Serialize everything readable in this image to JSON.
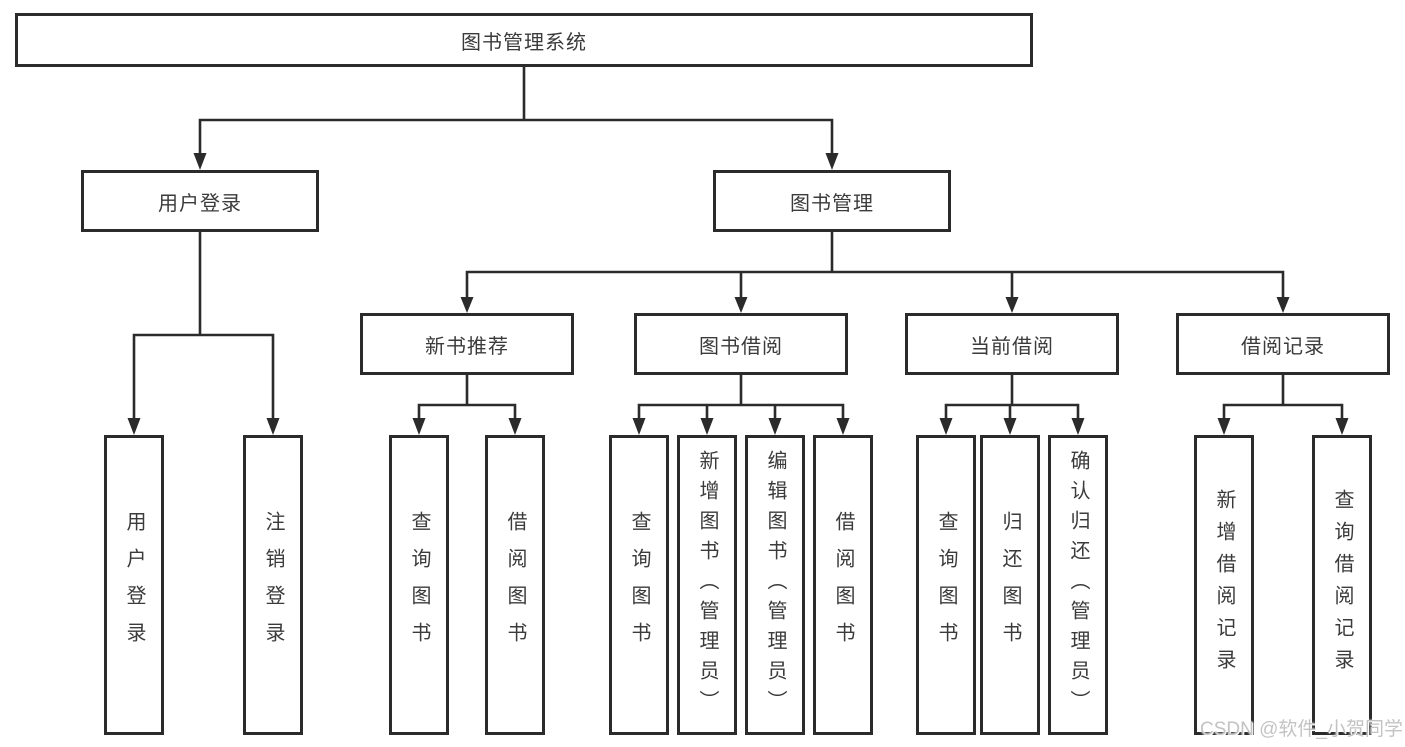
{
  "diagram": {
    "type": "function-structure-tree",
    "watermark": "CSDN @软件_小贺同学",
    "colors": {
      "line": "#2b2b2b",
      "box_border": "#2b2b2b",
      "text": "#3b3b3b",
      "watermark": "#c3c3c3",
      "background": "#ffffff"
    },
    "nodes": {
      "root": {
        "label": "图书管理系统"
      },
      "user_login": {
        "label": "用户登录"
      },
      "book_management": {
        "label": "图书管理"
      },
      "new_book_recommend": {
        "label": "新书推荐"
      },
      "book_borrowing": {
        "label": "图书借阅"
      },
      "current_borrowing": {
        "label": "当前借阅"
      },
      "borrowing_records": {
        "label": "借阅记录"
      },
      "leaf_user_login": {
        "label": "用户登录"
      },
      "leaf_logout": {
        "label": "注销登录"
      },
      "leaf_nb_query": {
        "label": "查询图书"
      },
      "leaf_nb_borrow": {
        "label": "借阅图书"
      },
      "leaf_bb_query": {
        "label": "查询图书"
      },
      "leaf_bb_add": {
        "label": "新增图书（管理员）"
      },
      "leaf_bb_edit": {
        "label": "编辑图书（管理员）"
      },
      "leaf_bb_borrow": {
        "label": "借阅图书"
      },
      "leaf_cb_query": {
        "label": "查询图书"
      },
      "leaf_cb_return": {
        "label": "归还图书"
      },
      "leaf_cb_confirm": {
        "label": "确认归还（管理员）"
      },
      "leaf_br_add": {
        "label": "新增借阅记录"
      },
      "leaf_br_query": {
        "label": "查询借阅记录"
      }
    },
    "hierarchy": {
      "图书管理系统": {
        "用户登录": [
          "用户登录",
          "注销登录"
        ],
        "图书管理": {
          "新书推荐": [
            "查询图书",
            "借阅图书"
          ],
          "图书借阅": [
            "查询图书",
            "新增图书（管理员）",
            "编辑图书（管理员）",
            "借阅图书"
          ],
          "当前借阅": [
            "查询图书",
            "归还图书",
            "确认归还（管理员）"
          ],
          "借阅记录": [
            "新增借阅记录",
            "查询借阅记录"
          ]
        }
      }
    }
  }
}
